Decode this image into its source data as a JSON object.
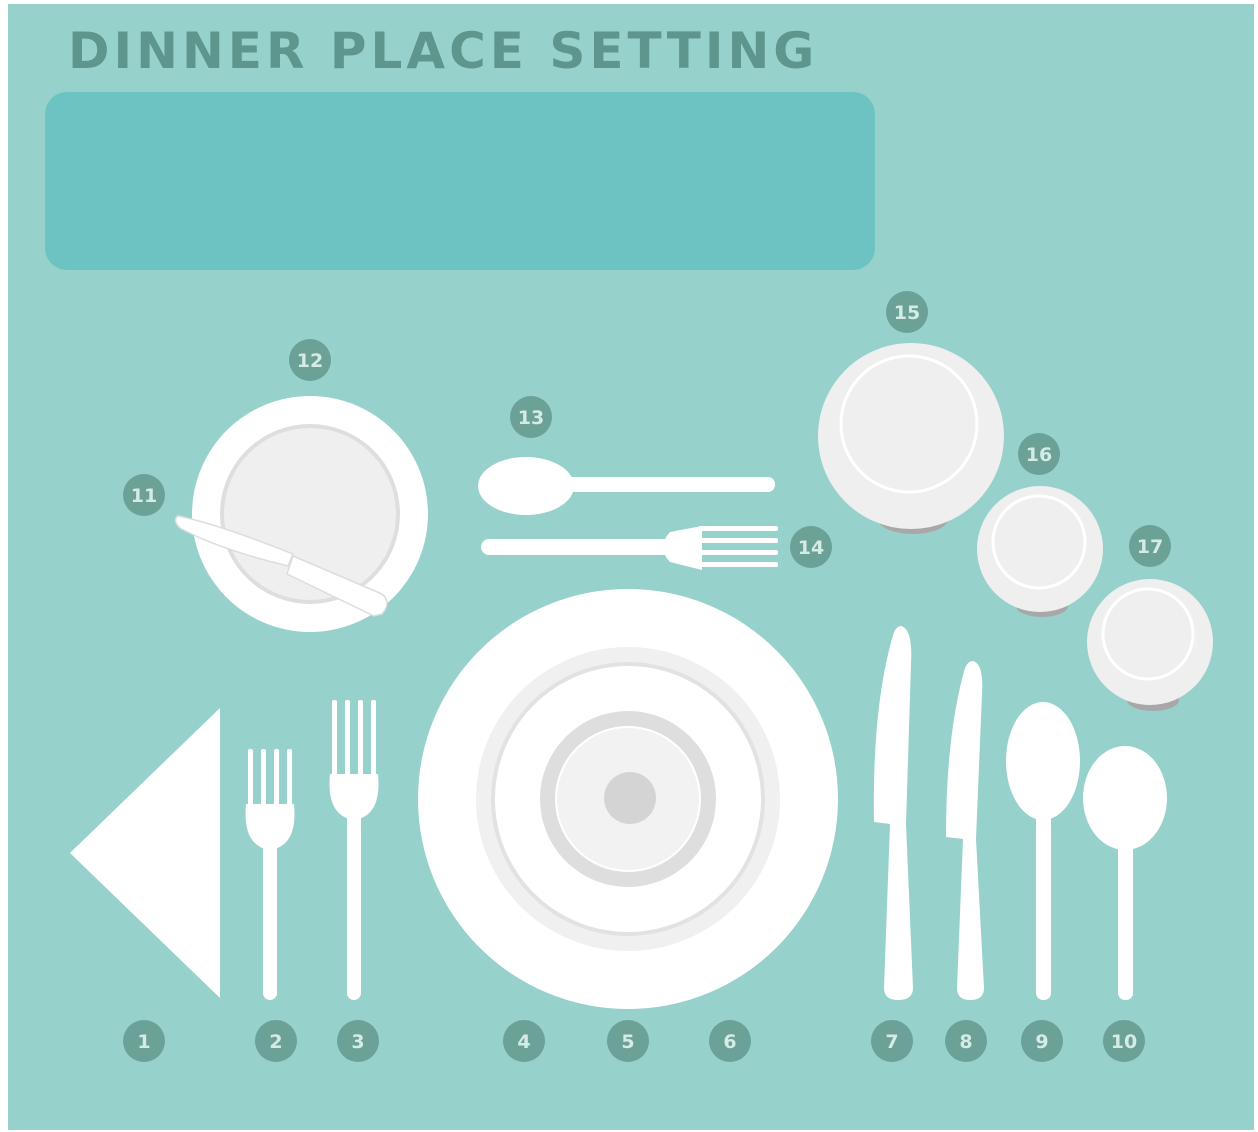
{
  "title": "DINNER PLACE SETTING",
  "colors": {
    "background": "#96d1cb",
    "title": "#5e968d",
    "label_box": "#6dc3c1",
    "badge": "#6ba197",
    "badge_text": "#d5ebe6",
    "items": "#ffffff"
  },
  "items": [
    {
      "number": "1",
      "icon": "napkin-icon"
    },
    {
      "number": "2",
      "icon": "salad-fork-icon"
    },
    {
      "number": "3",
      "icon": "dinner-fork-icon"
    },
    {
      "number": "4",
      "icon": "charger-plate-icon"
    },
    {
      "number": "5",
      "icon": "dinner-plate-icon"
    },
    {
      "number": "6",
      "icon": "salad-plate-icon"
    },
    {
      "number": "7",
      "icon": "dinner-knife-icon"
    },
    {
      "number": "8",
      "icon": "fish-knife-icon"
    },
    {
      "number": "9",
      "icon": "soup-spoon-icon"
    },
    {
      "number": "10",
      "icon": "teaspoon-icon"
    },
    {
      "number": "11",
      "icon": "butter-knife-icon"
    },
    {
      "number": "12",
      "icon": "bread-plate-icon"
    },
    {
      "number": "13",
      "icon": "dessert-spoon-icon"
    },
    {
      "number": "14",
      "icon": "dessert-fork-icon"
    },
    {
      "number": "15",
      "icon": "water-glass-icon"
    },
    {
      "number": "16",
      "icon": "red-wine-glass-icon"
    },
    {
      "number": "17",
      "icon": "white-wine-glass-icon"
    }
  ]
}
